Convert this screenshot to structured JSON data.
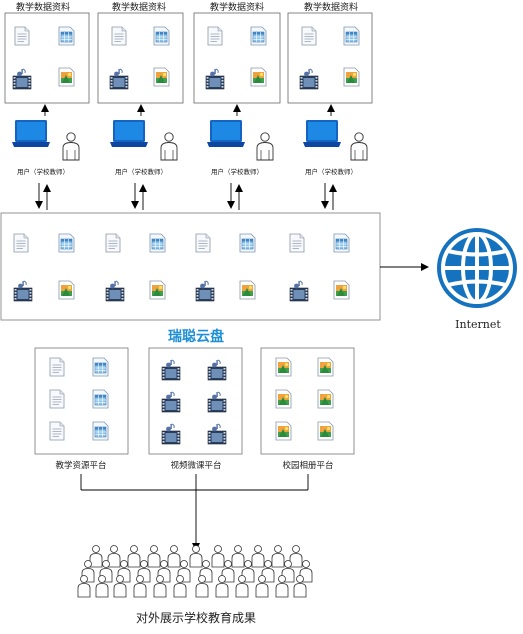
{
  "top_boxes": [
    {
      "title": "教学数据资料",
      "user_label": "用户（学校教师）"
    },
    {
      "title": "教学数据资料",
      "user_label": "用户（学校教师）"
    },
    {
      "title": "教学数据资料",
      "user_label": "用户（学校教师）"
    },
    {
      "title": "教学数据资料",
      "user_label": "用户（学校教师）"
    }
  ],
  "cloud": {
    "title": "瑞聪云盘",
    "title_color": "#1e8fd6"
  },
  "internet": {
    "label": "Internet",
    "color": "#1572bf"
  },
  "platforms": [
    {
      "label": "教学资源平台"
    },
    {
      "label": "视频微课平台"
    },
    {
      "label": "校园相册平台"
    }
  ],
  "footer": {
    "label": "对外展示学校教育成果"
  },
  "icons": [
    "document-icon",
    "spreadsheet-icon",
    "video-icon",
    "image-icon",
    "laptop-icon",
    "person-icon",
    "globe-icon",
    "crowd-icon"
  ]
}
